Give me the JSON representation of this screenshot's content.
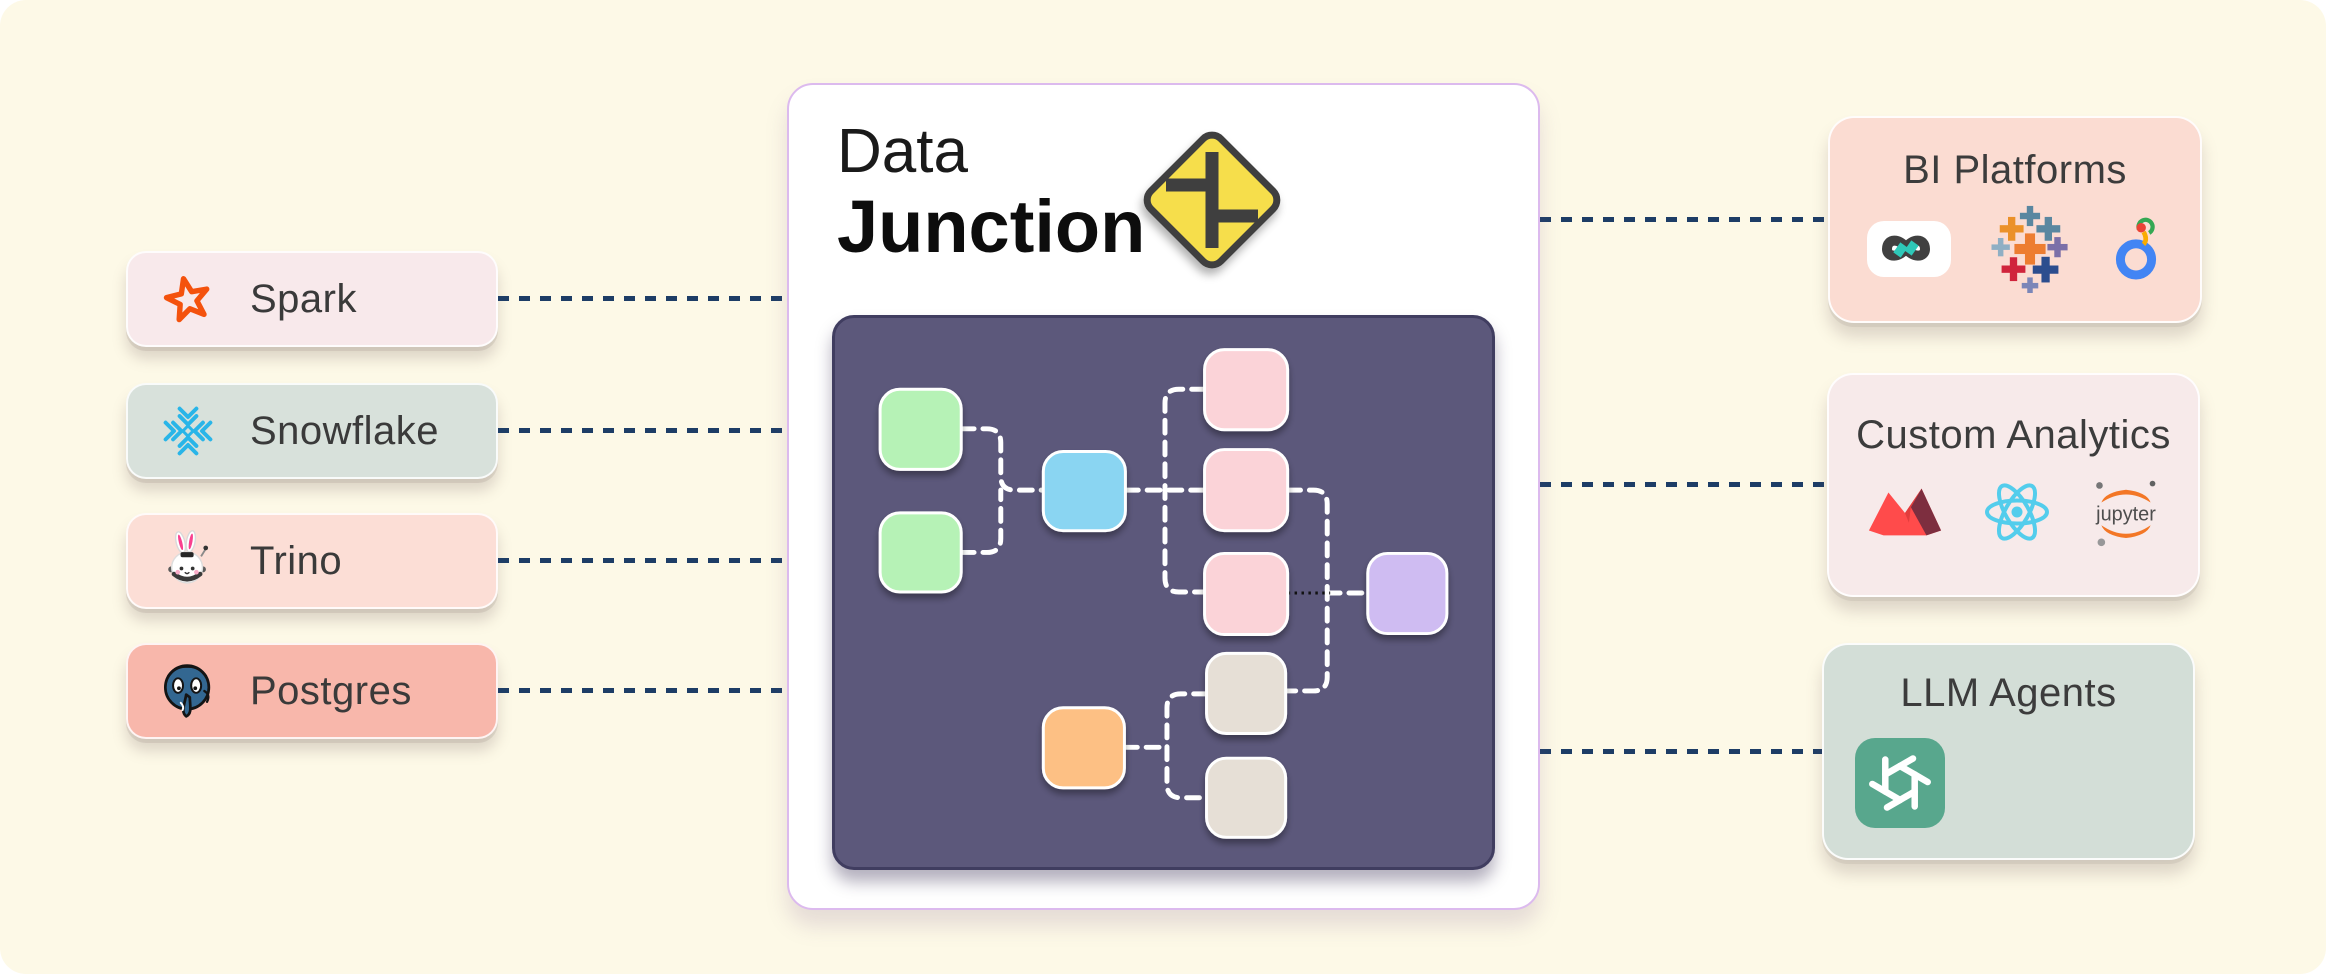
{
  "canvas": {
    "background": "#FDF9E7"
  },
  "palette": {
    "connector_dash": "#1D3D66",
    "panel_background": "#5C587B",
    "panel_border": "#403D60",
    "card_border": "#DCBAEE",
    "label_text": "#3A3A3A",
    "sign_yellow": "#F6DE4B",
    "sign_outline": "#3F3F3F"
  },
  "card": {
    "title_line1": "Data",
    "title_line2": "Junction",
    "sign_icon": "junction-road-sign"
  },
  "sources": [
    {
      "label": "Spark",
      "icon": "spark-star-icon",
      "bg": "#F8E9EB",
      "icon_color": "#F4520D"
    },
    {
      "label": "Snowflake",
      "icon": "snowflake-icon",
      "bg": "#D8E1DB",
      "icon_color": "#29B5E8"
    },
    {
      "label": "Trino",
      "icon": "trino-bunny-icon",
      "bg": "#FCDED6",
      "icon_color": "#F9418F"
    },
    {
      "label": "Postgres",
      "icon": "postgres-elephant-icon",
      "bg": "#F8B7AB",
      "icon_color": "#336791"
    }
  ],
  "destinations": [
    {
      "title": "BI Platforms",
      "bg": "#FBDCD2",
      "logos": [
        "superset",
        "tableau",
        "looker"
      ]
    },
    {
      "title": "Custom Analytics",
      "bg": "#F7EAEA",
      "logos": [
        "streamlit",
        "react",
        "jupyter"
      ]
    },
    {
      "title": "LLM Agents",
      "bg": "#D3DED7",
      "logos": [
        "openai"
      ]
    }
  ],
  "jupyter_wordmark": "jupyter",
  "flow_nodes": [
    {
      "id": "source-node-1",
      "color": "#B6F2B6"
    },
    {
      "id": "source-node-2",
      "color": "#B6F2B6"
    },
    {
      "id": "merge-node",
      "color": "#8AD5F2"
    },
    {
      "id": "transform-node-1",
      "color": "#FBD3D8"
    },
    {
      "id": "transform-node-2",
      "color": "#FBD3D8"
    },
    {
      "id": "transform-node-3",
      "color": "#FBD3D8"
    },
    {
      "id": "stage-node-1",
      "color": "#E6DFD6"
    },
    {
      "id": "stage-node-2",
      "color": "#E6DFD6"
    },
    {
      "id": "loader-node",
      "color": "#FDC084"
    },
    {
      "id": "output-node",
      "color": "#CFBCF2"
    }
  ]
}
